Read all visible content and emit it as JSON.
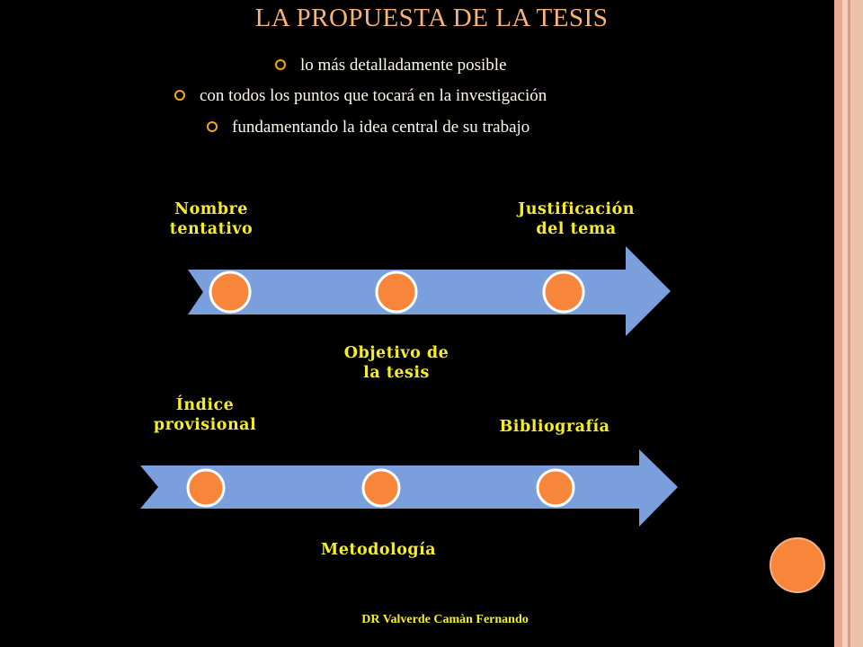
{
  "slide": {
    "title": "LA PROPUESTA DE LA TESIS",
    "bullets": [
      "lo más detalladamente posible",
      "con todos los puntos que tocará en la investigación",
      "fundamentando la idea central de su trabajo"
    ],
    "footer": "DR Valverde Camàn Fernando"
  },
  "timeline": {
    "row1": {
      "above": [
        "Nombre\ntentativo",
        "Justificación\ndel tema"
      ],
      "below": [
        "Objetivo de\nla tesis"
      ]
    },
    "row2": {
      "above": [
        "Índice\nprovisional",
        "Bibliografía"
      ],
      "below": [
        "Metodología"
      ]
    }
  },
  "colors": {
    "arrow": "#7b9fdd",
    "node": "#f7863a",
    "node_border": "#ffffff",
    "label": "#f5ee27",
    "title": "#f7b37a"
  }
}
